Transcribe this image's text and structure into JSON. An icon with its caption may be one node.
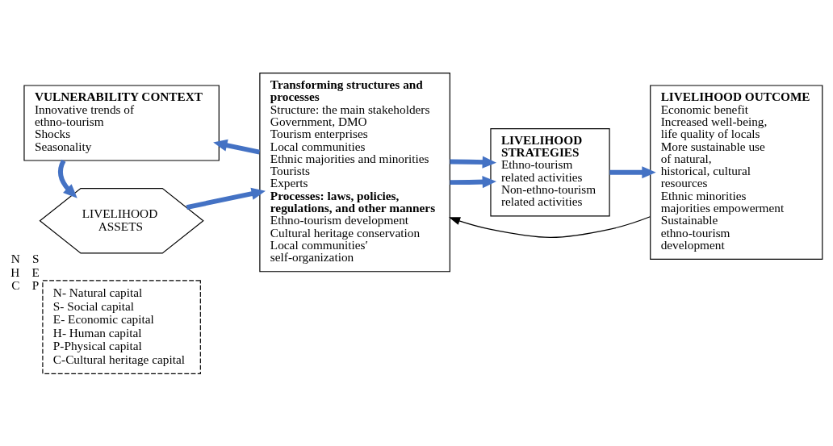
{
  "diagram": {
    "nodes": [
      {
        "text": [
          "VULNERABILITY CONTEXT",
          "Innovative trends of ethno-tourism",
          "Shocks",
          "Seasonality"
        ]
      },
      {
        "text": [
          "LIVELIHOOD ASSETS"
        ],
        "beside": [
          "N",
          "S",
          "H",
          "E",
          "C",
          "P"
        ]
      },
      {
        "text": [
          "N- Natural capital",
          "S- Social capital",
          "E- Economic capital",
          "H- Human capital",
          "P-Physical capital",
          "C-Cultural heritage capital"
        ]
      },
      {
        "text": [
          "Transforming structures and processes",
          "Structure: the main stakeholders",
          "Government, DMO",
          "Tourism enterprises",
          "Local communities",
          "Ethnic majorities and minorities",
          "Tourists",
          "Experts",
          "Processes: laws, policies, regulations, and other manners",
          "Ethno-tourism development",
          "Cultural heritage conservation",
          "Local communities′ self-organization"
        ]
      },
      {
        "text": [
          "LIVELIHOOD STRATEGIES",
          "Ethno-tourism related activities",
          "Non-ethno-tourism related activities"
        ]
      },
      {
        "text": [
          "LIVELIHOOD OUTCOME",
          "Economic benefit",
          "Increased well-being, life quality of locals",
          "More sustainable use of natural, historical, cultural resources",
          "Ethnic minorities majorities empowerment",
          "Sustainable ethno-tourism development"
        ]
      }
    ],
    "edges": [
      {
        "from": 3,
        "to": 0,
        "arrow": "to"
      },
      {
        "from": 0,
        "to": 1,
        "arrow": "to"
      },
      {
        "from": 1,
        "to": 3,
        "arrow": "to"
      },
      {
        "from": 3,
        "to": 4,
        "arrow": "to"
      },
      {
        "from": 3,
        "to": 4,
        "arrow": "to"
      },
      {
        "from": 4,
        "to": 5,
        "arrow": "to"
      },
      {
        "from": 5,
        "to": 3,
        "arrow": "to",
        "color": "#000000"
      }
    ]
  }
}
